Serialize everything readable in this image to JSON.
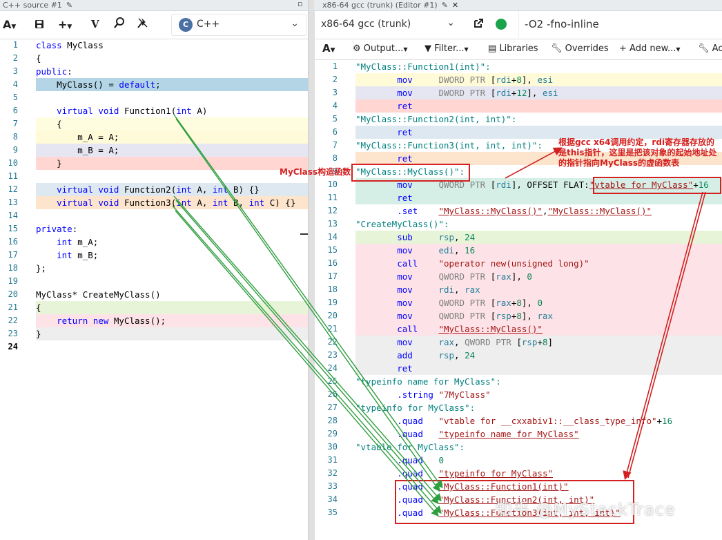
{
  "left_pane": {
    "tab_title": "C++ source #1",
    "toolbar": {
      "font_btn": "A",
      "vim_btn": "V"
    },
    "language": "C++",
    "lines": [
      {
        "n": "1",
        "text": "class MyClass",
        "hl": ""
      },
      {
        "n": "2",
        "text": "{",
        "hl": ""
      },
      {
        "n": "3",
        "text": "public:",
        "hl": ""
      },
      {
        "n": "4",
        "text": "    MyClass() = default;",
        "hl": "#b3d5e6"
      },
      {
        "n": "5",
        "text": "",
        "hl": ""
      },
      {
        "n": "6",
        "text": "    virtual void Function1(int A)",
        "hl": ""
      },
      {
        "n": "7",
        "text": "    {",
        "hl": "#fffde0"
      },
      {
        "n": "8",
        "text": "        m_A = A;",
        "hl": "#fffbd9"
      },
      {
        "n": "9",
        "text": "        m_B = A;",
        "hl": "#e6e6f2"
      },
      {
        "n": "10",
        "text": "    }",
        "hl": "#ffd6d2"
      },
      {
        "n": "11",
        "text": "",
        "hl": ""
      },
      {
        "n": "12",
        "text": "    virtual void Function2(int A, int B) {}",
        "hl": "#dde8f0"
      },
      {
        "n": "13",
        "text": "    virtual void Function3(int A, int B, int C) {}",
        "hl": "#fde4cc"
      },
      {
        "n": "14",
        "text": "",
        "hl": ""
      },
      {
        "n": "15",
        "text": "private:",
        "hl": ""
      },
      {
        "n": "16",
        "text": "    int m_A;",
        "hl": ""
      },
      {
        "n": "17",
        "text": "    int m_B;",
        "hl": ""
      },
      {
        "n": "18",
        "text": "};",
        "hl": ""
      },
      {
        "n": "19",
        "text": "",
        "hl": ""
      },
      {
        "n": "20",
        "text": "MyClass* CreateMyClass()",
        "hl": ""
      },
      {
        "n": "21",
        "text": "{",
        "hl": "#e8f4d8"
      },
      {
        "n": "22",
        "text": "    return new MyClass();",
        "hl": "#fde3e8"
      },
      {
        "n": "23",
        "text": "}",
        "hl": "#eeeeee"
      },
      {
        "n": "24",
        "text": "",
        "hl": ""
      }
    ]
  },
  "right_pane": {
    "tab_title": "x86-64 gcc (trunk) (Editor #1)",
    "compiler": "x86-64 gcc (trunk)",
    "flags": "-O2 -fno-inline",
    "toolbar": {
      "font_btn": "A",
      "output": "Output...",
      "filter": "Filter...",
      "libraries": "Libraries",
      "overrides": "Overrides",
      "add_new": "Add new...",
      "add_tool": "Ac"
    },
    "lines": [
      {
        "n": "1",
        "html": "<span class='lab'>\"MyClass::Function1(int)\":</span>",
        "hl": ""
      },
      {
        "n": "2",
        "html": "        <span class='ins'>mov</span>     <span class='gray'>DWORD PTR</span> [<span class='reg'>rdi</span>+<span class='num'>8</span>], <span class='reg'>esi</span>",
        "hl": "#fffbd9"
      },
      {
        "n": "3",
        "html": "        <span class='ins'>mov</span>     <span class='gray'>DWORD PTR</span> [<span class='reg'>rdi</span>+<span class='num'>12</span>], <span class='reg'>esi</span>",
        "hl": "#e6e6f2"
      },
      {
        "n": "4",
        "html": "        <span class='ins'>ret</span>",
        "hl": "#ffd6d2"
      },
      {
        "n": "5",
        "html": "<span class='lab'>\"MyClass::Function2(int, int)\":</span>",
        "hl": ""
      },
      {
        "n": "6",
        "html": "        <span class='ins'>ret</span>",
        "hl": "#dde8f0"
      },
      {
        "n": "7",
        "html": "<span class='lab'>\"MyClass::Function3(int, int, int)\":</span>",
        "hl": ""
      },
      {
        "n": "8",
        "html": "        <span class='ins'>ret</span>",
        "hl": "#fde4cc"
      },
      {
        "n": "9",
        "html": "<span class='lab'>\"MyClass::MyClass()\":</span>",
        "hl": ""
      },
      {
        "n": "10",
        "html": "        <span class='ins'>mov</span>     <span class='gray'>QWORD PTR</span> [<span class='reg'>rdi</span>], OFFSET FLAT:<span class='link'>\"vtable for MyClass\"</span>+<span class='num'>16</span>",
        "hl": "#d6efe6"
      },
      {
        "n": "11",
        "html": "        <span class='ins'>ret</span>",
        "hl": "#d6efe6"
      },
      {
        "n": "12",
        "html": "        <span class='ins'>.set</span>    <span class='link'>\"MyClass::MyClass()\"</span>,<span class='link'>\"MyClass::MyClass()\"</span>",
        "hl": ""
      },
      {
        "n": "13",
        "html": "<span class='lab'>\"CreateMyClass()\":</span>",
        "hl": ""
      },
      {
        "n": "14",
        "html": "        <span class='ins'>sub</span>     <span class='reg'>rsp</span>, <span class='num'>24</span>",
        "hl": "#e8f4d8"
      },
      {
        "n": "15",
        "html": "        <span class='ins'>mov</span>     <span class='reg'>edi</span>, <span class='num'>16</span>",
        "hl": "#fde3e8"
      },
      {
        "n": "16",
        "html": "        <span class='ins'>call</span>    <span class='str'>\"operator new(unsigned long)\"</span>",
        "hl": "#fde3e8"
      },
      {
        "n": "17",
        "html": "        <span class='ins'>mov</span>     <span class='gray'>QWORD PTR</span> [<span class='reg'>rax</span>], <span class='num'>0</span>",
        "hl": "#fde3e8"
      },
      {
        "n": "18",
        "html": "        <span class='ins'>mov</span>     <span class='reg'>rdi</span>, <span class='reg'>rax</span>",
        "hl": "#fde3e8"
      },
      {
        "n": "19",
        "html": "        <span class='ins'>mov</span>     <span class='gray'>QWORD PTR</span> [<span class='reg'>rax</span>+<span class='num'>8</span>], <span class='num'>0</span>",
        "hl": "#fde3e8"
      },
      {
        "n": "20",
        "html": "        <span class='ins'>mov</span>     <span class='gray'>QWORD PTR</span> [<span class='reg'>rsp</span>+<span class='num'>8</span>], <span class='reg'>rax</span>",
        "hl": "#fde3e8"
      },
      {
        "n": "21",
        "html": "        <span class='ins'>call</span>    <span class='link'>\"MyClass::MyClass()\"</span>",
        "hl": "#fde3e8"
      },
      {
        "n": "22",
        "html": "        <span class='ins'>mov</span>     <span class='reg'>rax</span>, <span class='gray'>QWORD PTR</span> [<span class='reg'>rsp</span>+<span class='num'>8</span>]",
        "hl": "#eeeeee"
      },
      {
        "n": "23",
        "html": "        <span class='ins'>add</span>     <span class='reg'>rsp</span>, <span class='num'>24</span>",
        "hl": "#eeeeee"
      },
      {
        "n": "24",
        "html": "        <span class='ins'>ret</span>",
        "hl": "#eeeeee"
      },
      {
        "n": "25",
        "html": "<span class='lab'>\"typeinfo name for MyClass\":</span>",
        "hl": ""
      },
      {
        "n": "26",
        "html": "        <span class='ins'>.string</span> <span class='str'>\"7MyClass\"</span>",
        "hl": ""
      },
      {
        "n": "27",
        "html": "<span class='lab'>\"typeinfo for MyClass\":</span>",
        "hl": ""
      },
      {
        "n": "28",
        "html": "        <span class='ins'>.quad</span>   <span class='str'>\"vtable for __cxxabiv1::__class_type_info\"</span>+<span class='num'>16</span>",
        "hl": ""
      },
      {
        "n": "29",
        "html": "        <span class='ins'>.quad</span>   <span class='link'>\"typeinfo name for MyClass\"</span>",
        "hl": ""
      },
      {
        "n": "30",
        "html": "<span class='lab'>\"vtable for MyClass\":</span>",
        "hl": ""
      },
      {
        "n": "31",
        "html": "        <span class='ins'>.quad</span>   <span class='num'>0</span>",
        "hl": ""
      },
      {
        "n": "32",
        "html": "        <span class='ins'>.quad</span>   <span class='link'>\"typeinfo for MyClass\"</span>",
        "hl": ""
      },
      {
        "n": "33",
        "html": "        <span class='ins'>.quad</span>   <span class='link'>\"MyClass::Function1(int)\"</span>",
        "hl": ""
      },
      {
        "n": "34",
        "html": "        <span class='ins'>.quad</span>   <span class='link'>\"MyClass::Function2(int, int)\"</span>",
        "hl": ""
      },
      {
        "n": "35",
        "html": "        <span class='ins'>.quad</span>   <span class='link'>\"MyClass::Function3(int, int, int)\"</span>",
        "hl": ""
      }
    ]
  },
  "annotations": {
    "ctor_label": "MyClass构造函数",
    "note": "根据gcc x64调用约定，rdi寄存器存放的是this指针，这里是把该对象的起始地址处的指针指向MyClass的虚函数表",
    "watermark": "知乎 @MyStackTrace",
    "color": "#d32020",
    "arrow_color": "#2e9e3e"
  }
}
